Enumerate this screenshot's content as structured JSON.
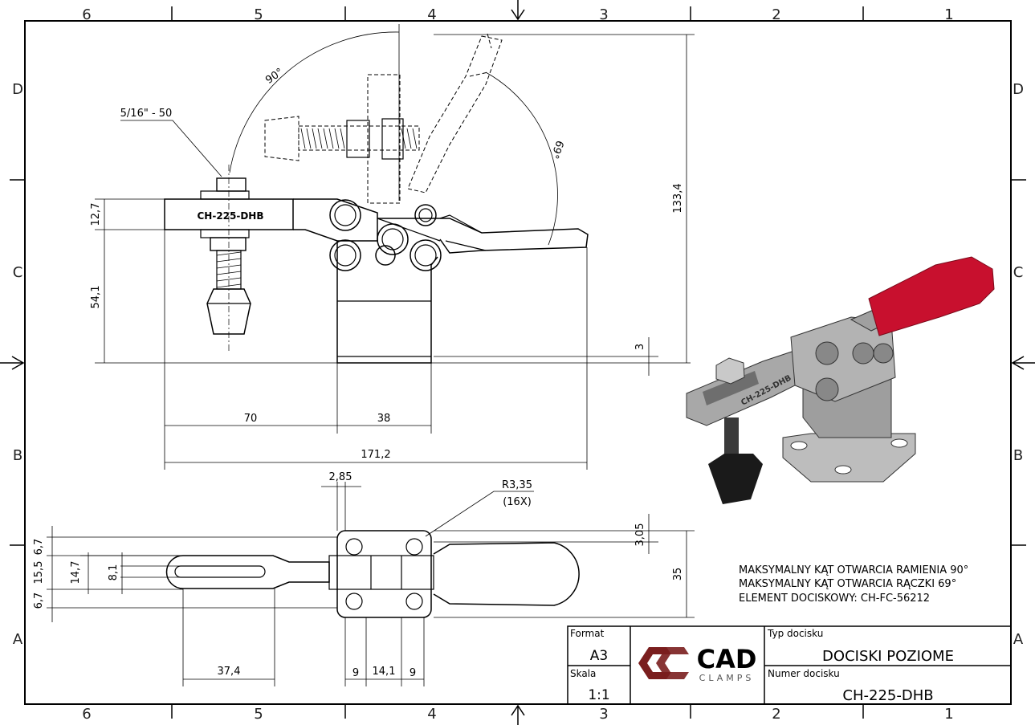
{
  "zones": {
    "columns": [
      "6",
      "5",
      "4",
      "3",
      "2",
      "1"
    ],
    "rows": [
      "D",
      "C",
      "B",
      "A"
    ]
  },
  "dimensions": {
    "thread": "5/16\" - 50",
    "arm_angle": "90°",
    "handle_angle": "69°",
    "arm_thickness": "12,7",
    "spindle_height": "54,1",
    "total_height": "133,4",
    "base_offset": "3",
    "length_front": "70",
    "base_length": "38",
    "total_length": "171,2",
    "hole_offset": "2,85",
    "radius": "R3,35",
    "radius_count": "(16X)",
    "hole_edge": "3,05",
    "base_width": "35",
    "edge_top": "6,7",
    "width_outer": "15,5",
    "width_arm": "14,7",
    "slot_width": "8,1",
    "edge_bottom": "6,7",
    "slot_length": "37,4",
    "hole_spacing_a": "9",
    "hole_spacing_mid": "14,1",
    "hole_spacing_b": "9"
  },
  "part_engraving": "CH-225-DHB",
  "notes": [
    "MAKSYMALNY KĄT OTWARCIA RAMIENIA 90°",
    "MAKSYMALNY KĄT OTWARCIA RĄCZKI 69°",
    "ELEMENT DOCISKOWY: CH-FC-56212"
  ],
  "title_block": {
    "format_label": "Format",
    "format_value": "A3",
    "scale_label": "Skala",
    "scale_value": "1:1",
    "logo_main": "CAD",
    "logo_sub": "CLAMPS",
    "type_label": "Typ docisku",
    "type_value": "DOCISKI POZIOME",
    "number_label": "Numer docisku",
    "number_value": "CH-225-DHB"
  },
  "colors": {
    "line": "#000000",
    "handle_grip": "#c8102e",
    "metal": "#9a9a9a",
    "logo": "#7a1e1e"
  }
}
